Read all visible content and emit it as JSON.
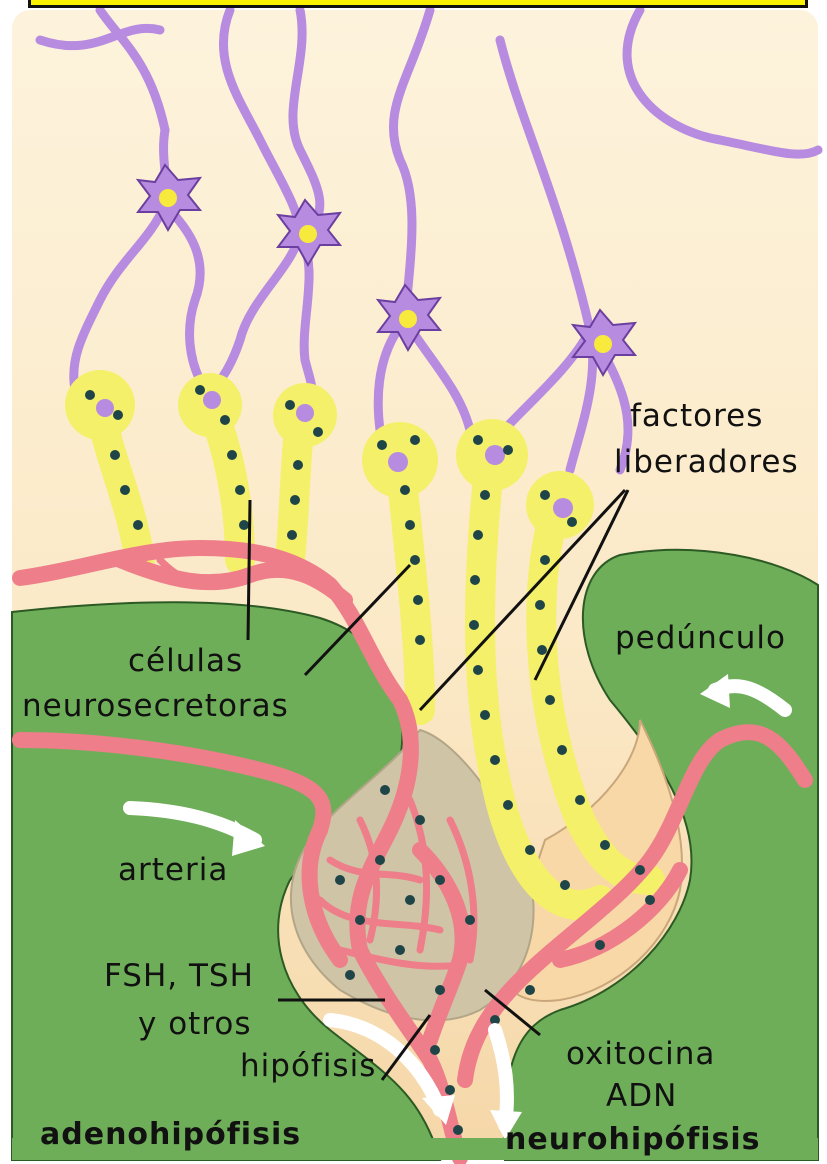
{
  "labels": {
    "factores": "factores",
    "liberadores": "liberadores",
    "pedunculo": "pedúnculo",
    "celulas": "células",
    "neurosecretoras": "neurosecretoras",
    "arteria": "arteria",
    "fsh_tsh": "FSH, TSH",
    "y_otros": "y otros",
    "hipofisis": "hipófisis",
    "oxitocina": "oxitocina",
    "adn": "ADN",
    "adenohipofisis": "adenohipófisis",
    "neurohipofisis": "neurohipófisis"
  },
  "colors": {
    "background": "#fcf0d6",
    "tissue_green": "#6fae59",
    "neuron_purple": "#b78be0",
    "axon_yellow": "#f4f06a",
    "vessel_pink": "#ee7e8a",
    "granule_dark": "#1f4548",
    "capillary_bed": "#cfc4a6",
    "arrow_white": "#ffffff",
    "title_box_yellow": "#fbf200"
  }
}
